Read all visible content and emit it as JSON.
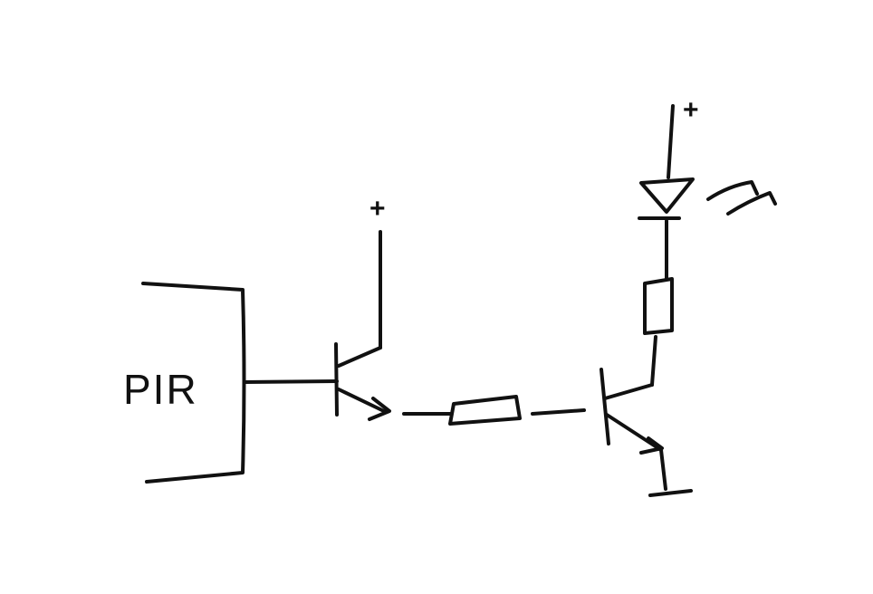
{
  "diagram": {
    "type": "hand-drawn circuit schematic",
    "labels": {
      "sensor": "PIR",
      "supply_q1": "+",
      "supply_led": "+"
    },
    "components": [
      {
        "kind": "sensor-block",
        "icon": "pir-sensor-icon"
      },
      {
        "kind": "npn-transistor",
        "icon": "transistor-icon"
      },
      {
        "kind": "resistor",
        "icon": "resistor-icon"
      },
      {
        "kind": "npn-transistor",
        "icon": "transistor-icon"
      },
      {
        "kind": "resistor",
        "icon": "resistor-icon"
      },
      {
        "kind": "led",
        "icon": "led-icon"
      },
      {
        "kind": "ground",
        "icon": "ground-icon"
      }
    ],
    "ink_color": "#111111",
    "paper_color": "#ffffff"
  }
}
